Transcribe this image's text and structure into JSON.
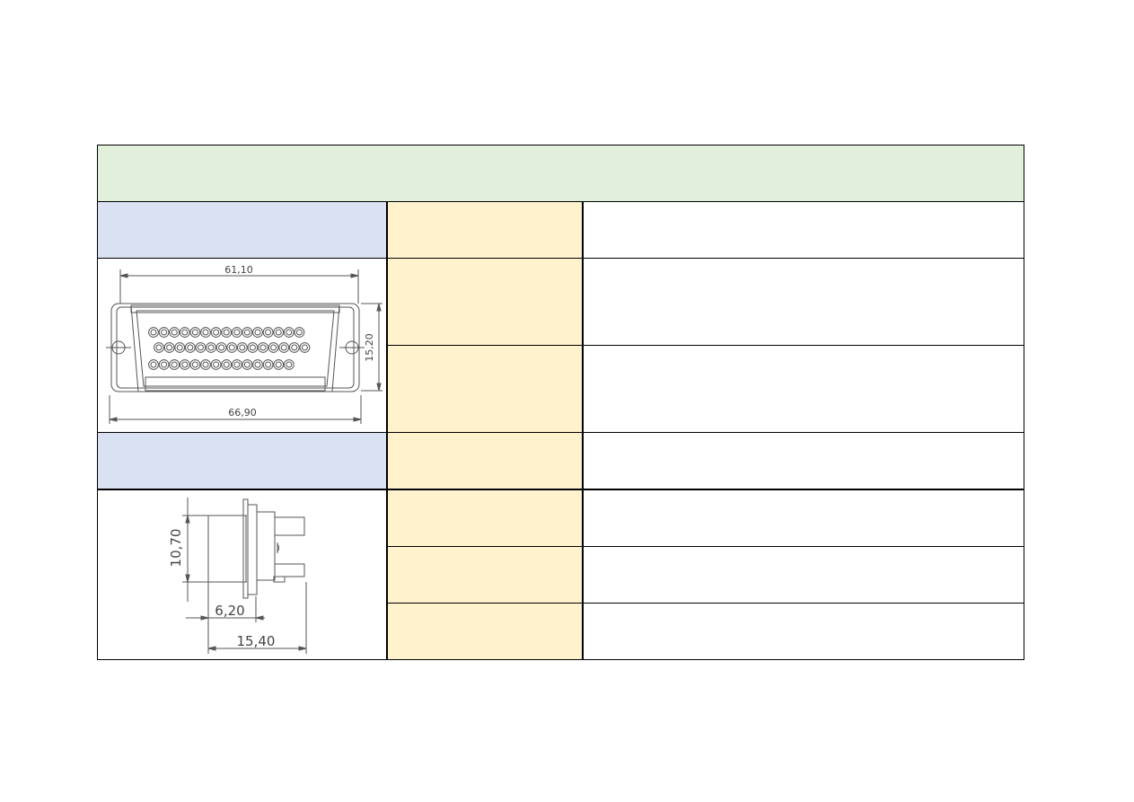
{
  "drawing_top": {
    "dim_width_inner": "61,10",
    "dim_width_outer": "66,90",
    "dim_height": "15,20",
    "pin_rows": [
      15,
      15,
      14
    ]
  },
  "drawing_side": {
    "dim_height": "10,70",
    "dim_depth_short": "6,20",
    "dim_depth_long": "15,40"
  },
  "colors": {
    "header_green": "#e2efda",
    "label_blue": "#d9e1f2",
    "label_yellow": "#fff2cc",
    "grid_line": "#000000",
    "drawing_stroke": "#555555"
  }
}
